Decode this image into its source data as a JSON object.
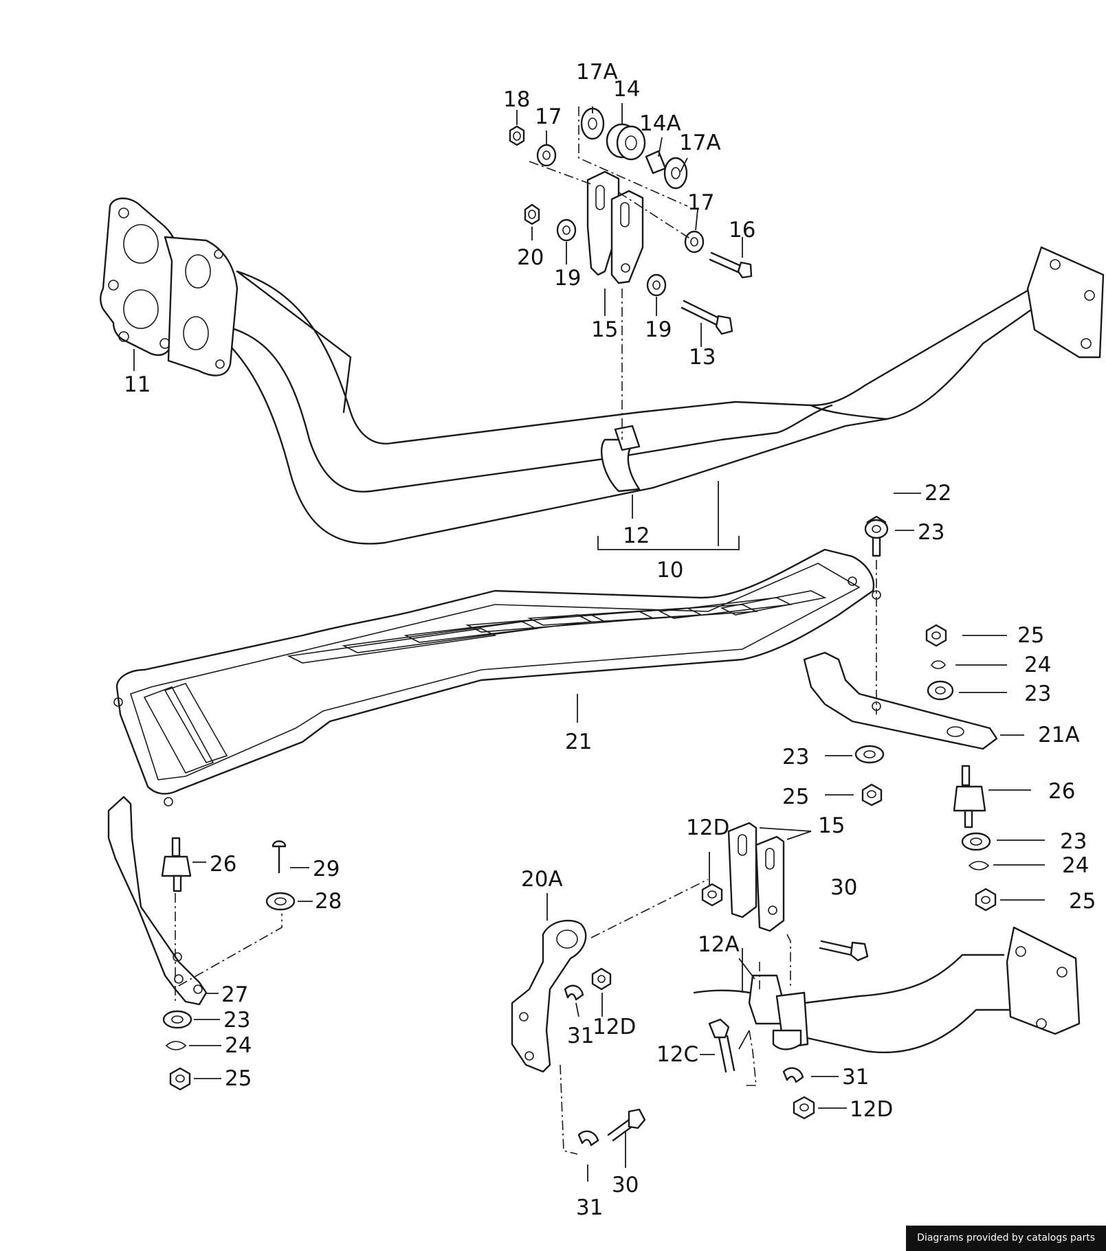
{
  "callouts": {
    "c17a_top": "17A",
    "c14": "14",
    "c18": "18",
    "c17_top": "17",
    "c14a": "14A",
    "c17a_right": "17A",
    "c17_mid": "17",
    "c16": "16",
    "c20": "20",
    "c19_left": "19",
    "c15_top": "15",
    "c19_right": "19",
    "c13": "13",
    "c11": "11",
    "c12": "12",
    "c10": "10",
    "c22": "22",
    "c23_a": "23",
    "c25_a": "25",
    "c24_a": "24",
    "c23_b": "23",
    "c21": "21",
    "c21a": "21A",
    "c23_c": "23",
    "c25_b": "25",
    "c26_right": "26",
    "c12d_top": "12D",
    "c15_bottom": "15",
    "c23_d": "23",
    "c24_b": "24",
    "c25_c": "25",
    "c26_left": "26",
    "c29": "29",
    "c28": "28",
    "c20a": "20A",
    "c30_top": "30",
    "c12a": "12A",
    "c27": "27",
    "c23_e": "23",
    "c24_c": "24",
    "c25_d": "25",
    "c31_mid": "31",
    "c12d_mid": "12D",
    "c12c": "12C",
    "c31_right": "31",
    "c12d_bottom": "12D",
    "c30_bottom": "30",
    "c31_bottom": "31"
  },
  "credit": "Diagrams provided by catalogs parts"
}
